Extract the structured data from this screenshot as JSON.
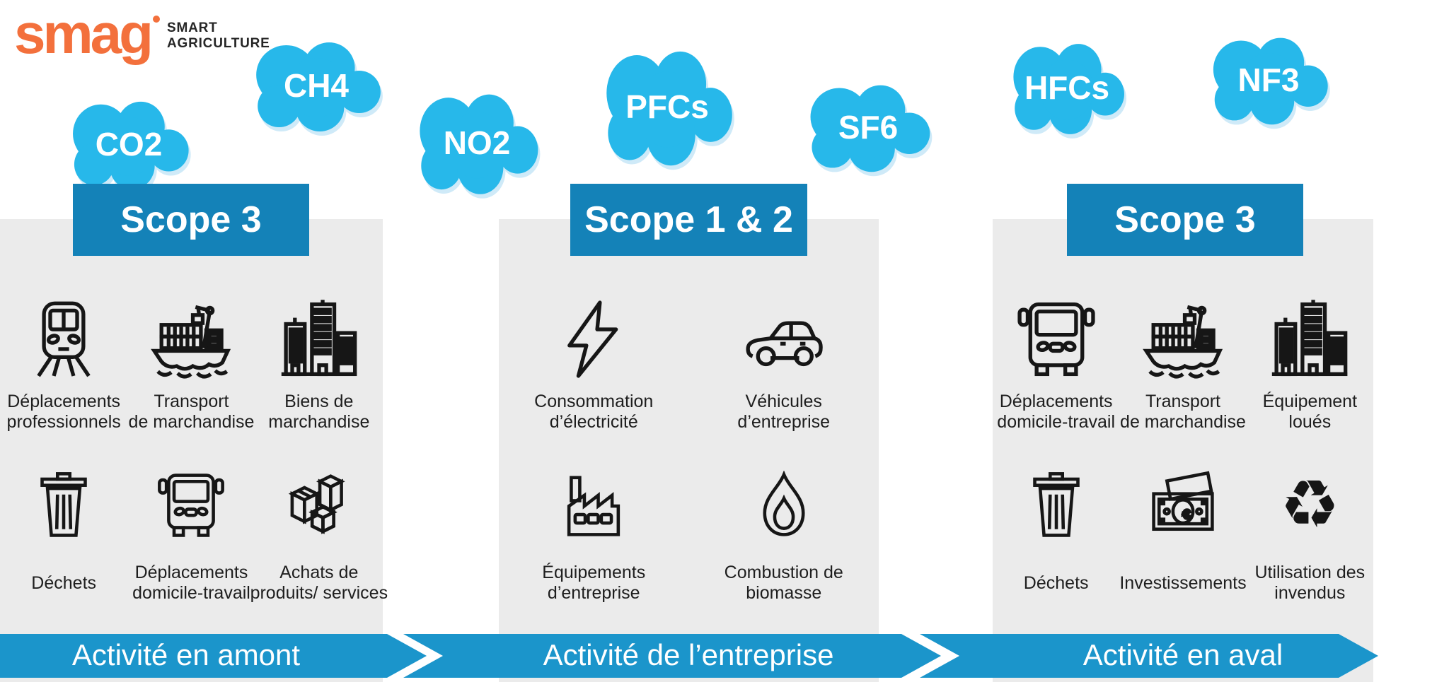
{
  "colors": {
    "cloud": "#27b8ea",
    "header": "#1482b8",
    "arrow": "#1b95cb",
    "panel": "#ebebeb",
    "orange": "#f3703c",
    "ink": "#161616"
  },
  "logo": {
    "brand": "smag",
    "tagline1": "SMART",
    "tagline2": "AGRICULTURE"
  },
  "clouds": [
    {
      "label": "CO2"
    },
    {
      "label": "CH4"
    },
    {
      "label": "NO2"
    },
    {
      "label": "PFCs"
    },
    {
      "label": "SF6"
    },
    {
      "label": "HFCs"
    },
    {
      "label": "NF3"
    }
  ],
  "columns": [
    {
      "header": "Scope 3",
      "rows": [
        [
          {
            "icon": "train",
            "lines": [
              "Déplacements",
              "professionnels"
            ]
          },
          {
            "icon": "ship",
            "lines": [
              "Transport",
              "de marchandise"
            ]
          },
          {
            "icon": "city",
            "lines": [
              "Biens de",
              "marchandise"
            ]
          }
        ],
        [
          {
            "icon": "trash",
            "lines": [
              "Déchets"
            ]
          },
          {
            "icon": "bus",
            "lines": [
              "Déplacements",
              "domicile-travail"
            ]
          },
          {
            "icon": "boxes",
            "lines": [
              "Achats de",
              "produits/ services"
            ]
          }
        ]
      ]
    },
    {
      "header": "Scope 1 & 2",
      "rows": [
        [
          {
            "icon": "bolt",
            "lines": [
              "Consommation",
              "d’électricité"
            ]
          },
          {
            "icon": "car",
            "lines": [
              "Véhicules",
              "d’entreprise"
            ]
          }
        ],
        [
          {
            "icon": "factory",
            "lines": [
              "Équipements",
              "d’entreprise"
            ]
          },
          {
            "icon": "flame",
            "lines": [
              "Combustion de",
              "biomasse"
            ]
          }
        ]
      ]
    },
    {
      "header": "Scope 3",
      "rows": [
        [
          {
            "icon": "bus",
            "lines": [
              "Déplacements",
              "domicile-travail"
            ]
          },
          {
            "icon": "ship",
            "lines": [
              "Transport",
              "de marchandise"
            ]
          },
          {
            "icon": "city",
            "lines": [
              "Équipement",
              "loués"
            ]
          }
        ],
        [
          {
            "icon": "trash",
            "lines": [
              "Déchets"
            ]
          },
          {
            "icon": "money",
            "lines": [
              "Investissements"
            ]
          },
          {
            "icon": "recycle",
            "lines": [
              "Utilisation des",
              "invendus"
            ]
          }
        ]
      ]
    }
  ],
  "arrows": [
    {
      "label": "Activité en amont"
    },
    {
      "label": "Activité de l’entreprise"
    },
    {
      "label": "Activité en aval"
    }
  ],
  "icons": {
    "euro_glyph": "€",
    "recycle_glyph": "♻"
  }
}
